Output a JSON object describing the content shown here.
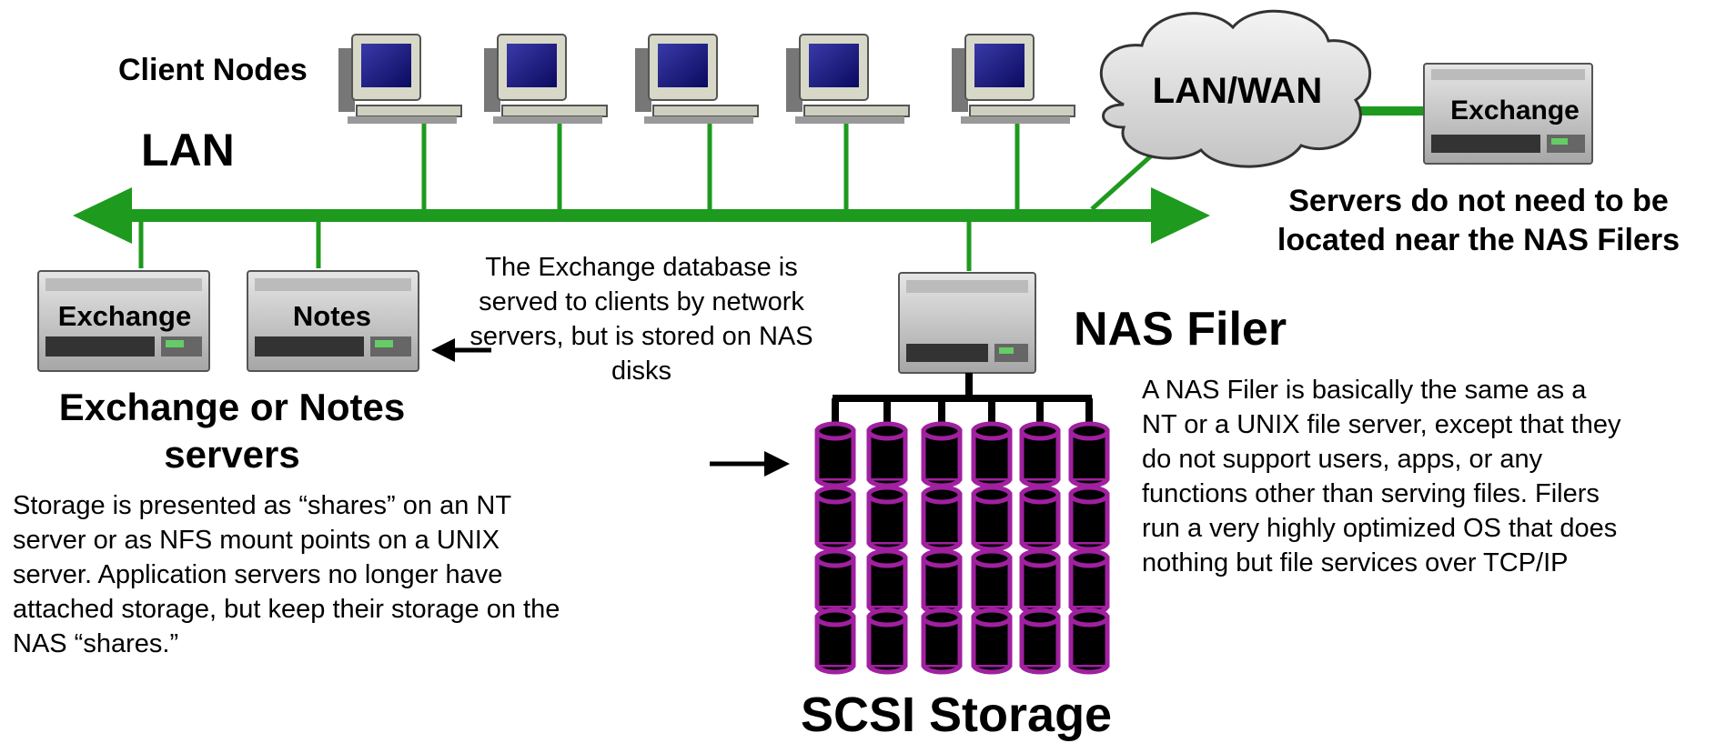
{
  "labels": {
    "client_nodes": "Client Nodes",
    "lan": "LAN",
    "lan_wan": "LAN/WAN",
    "exchange_remote": "Exchange",
    "remote_note": "Servers do not need to be located near the NAS Filers",
    "exchange": "Exchange",
    "notes": "Notes",
    "db_note": "The Exchange database is served to clients by network servers, but is stored on NAS disks",
    "nas_title": "NAS Filer",
    "nas_desc": "A NAS Filer is basically the same as a NT or a UNIX file server, except that they do not support users, apps, or any functions other than serving files. Filers run a very highly optimized OS that does nothing but file services over TCP/IP",
    "servers_title": "Exchange or Notes servers",
    "storage_note": "Storage is presented as “shares” on an NT server or as NFS mount points on a UNIX server. Application servers no longer have attached storage, but keep their storage on the NAS “shares.”",
    "scsi_storage": "SCSI Storage"
  },
  "colors": {
    "network_green": "#1e9a1e",
    "disk_purple": "#a020a0",
    "disk_black": "#000000",
    "server_gray": "#c8c8c8"
  },
  "icons": {
    "client": "desktop-computer-icon",
    "server": "rack-server-icon",
    "cloud": "cloud-icon",
    "disk": "disk-cylinder-icon"
  }
}
